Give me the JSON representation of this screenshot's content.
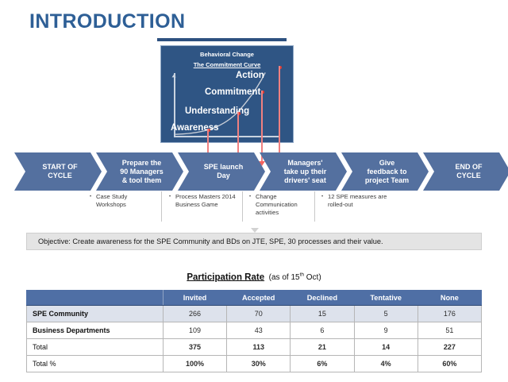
{
  "slide": {
    "title": "INTRODUCTION"
  },
  "curve_panel": {
    "heading": "Behavioral Change",
    "subheading": "The Commitment Curve",
    "stages": [
      {
        "label": "Awareness"
      },
      {
        "label": "Understanding"
      },
      {
        "label": "Commitment"
      },
      {
        "label": "Action"
      }
    ]
  },
  "process": {
    "steps": [
      {
        "lines": [
          "START OF",
          "CYCLE"
        ]
      },
      {
        "lines": [
          "Prepare the",
          "90 Managers",
          "& tool them"
        ]
      },
      {
        "lines": [
          "SPE launch",
          "Day"
        ]
      },
      {
        "lines": [
          "Managers'",
          "take up their",
          "drivers' seat"
        ]
      },
      {
        "lines": [
          "Give",
          "feedback to",
          "project Team"
        ]
      },
      {
        "lines": [
          "END OF",
          "CYCLE"
        ]
      }
    ]
  },
  "bullet_groups": [
    {
      "items": [
        "Case Study Workshops"
      ]
    },
    {
      "items": [
        "Process Masters 2014 Business Game"
      ]
    },
    {
      "items": [
        "Change Communication activities"
      ]
    },
    {
      "items": [
        "12 SPE measures are rolled-out"
      ]
    }
  ],
  "objective": {
    "text": "Objective: Create awareness for the SPE Community and BDs on JTE, SPE, 30 processes and their value."
  },
  "participation": {
    "title_main": "Participation Rate",
    "title_sub_pre": "(as of 15",
    "title_sup": "th",
    "title_sub_post": " Oct)",
    "columns": [
      "",
      "Invited",
      "Accepted",
      "Declined",
      "Tentative",
      "None"
    ],
    "rows": [
      {
        "style": "tint",
        "cells": [
          "SPE Community",
          "266",
          "70",
          "15",
          "5",
          "176"
        ]
      },
      {
        "style": "plain",
        "cells": [
          "Business Departments",
          "109",
          "43",
          "6",
          "9",
          "51"
        ]
      },
      {
        "style": "bold",
        "cells": [
          "Total",
          "375",
          "113",
          "21",
          "14",
          "227"
        ]
      },
      {
        "style": "bold",
        "cells": [
          "Total %",
          "100%",
          "30%",
          "6%",
          "4%",
          "60%"
        ]
      }
    ]
  },
  "colors": {
    "title_blue": "#2e5f96",
    "rule_blue": "#2d5180",
    "panel_blue": "#2f5584",
    "chevron_blue": "#54709f",
    "header_blue": "#4f6fa5",
    "row_tint": "#dde2ec",
    "objective_grey": "#e4e4e4",
    "arrow_red": "#f08080"
  }
}
